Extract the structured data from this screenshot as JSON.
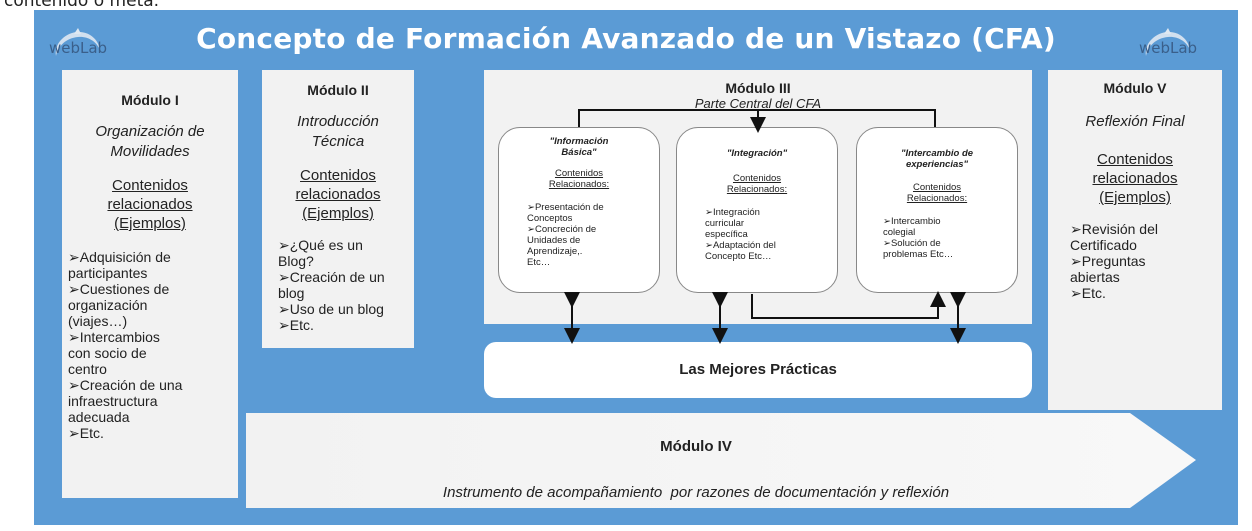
{
  "top_snippet": "contenido o meta.",
  "title": "Concepto de Formación Avanzado de un Vistazo (CFA)",
  "logo_text": "webLab",
  "module1": {
    "title": "Módulo I",
    "subtitle_lines": [
      "Organización de",
      "Movilidades"
    ],
    "related_lines": [
      "Contenidos",
      "relacionados",
      "(Ejemplos)"
    ],
    "items": [
      "➢Adquisición de",
      "participantes",
      "➢Cuestiones de",
      "organización",
      "(viajes…)",
      "➢Intercambios",
      "con socio de",
      "centro",
      "➢Creación de una",
      "infraestructura",
      "adecuada",
      "➢Etc."
    ]
  },
  "module2": {
    "title": "Módulo II",
    "subtitle_lines": [
      "Introducción",
      "Técnica"
    ],
    "related_lines": [
      "Contenidos",
      "relacionados",
      "(Ejemplos)"
    ],
    "items": [
      "➢¿Qué es un",
      "Blog?",
      "➢Creación de un",
      "blog",
      "➢Uso de un blog",
      "➢Etc."
    ]
  },
  "module3": {
    "title": "Módulo III",
    "subtitle": "Parte Central del CFA",
    "boxes": [
      {
        "title_lines": [
          "\"Información",
          "Básica\""
        ],
        "related_lines": [
          "Contenidos",
          "Relacionados:"
        ],
        "items": [
          "➢Presentación de",
          "Conceptos",
          "➢Concreción de",
          "Unidades de",
          "Aprendizaje,.",
          "Etc…"
        ]
      },
      {
        "title_lines": [
          "\"Integración\""
        ],
        "related_lines": [
          "Contenidos",
          "Relacionados:"
        ],
        "items": [
          "➢Integración",
          "curricular",
          "específica",
          "➢Adaptación del",
          "Concepto Etc…"
        ]
      },
      {
        "title_lines": [
          "\"Intercambio de",
          "experiencias\""
        ],
        "related_lines": [
          "Contenidos",
          "Relacionados:"
        ],
        "items": [
          "➢Intercambio",
          "colegial",
          "➢Solución de",
          "problemas Etc…"
        ]
      }
    ]
  },
  "best_practices": "Las Mejores Prácticas",
  "module4": {
    "title": "Módulo IV",
    "subtitle": "Instrumento de acompañamiento  por razones de documentación y reflexión"
  },
  "module5": {
    "title": "Módulo V",
    "subtitle": "Reflexión Final",
    "related_lines": [
      "Contenidos",
      "relacionados",
      "(Ejemplos)"
    ],
    "items": [
      "➢Revisión del",
      "Certificado",
      "➢Preguntas",
      "abiertas",
      "➢Etc."
    ]
  },
  "colors": {
    "panel": "#5b9bd5",
    "box": "#f2f2f2",
    "title": "#ffffff"
  }
}
